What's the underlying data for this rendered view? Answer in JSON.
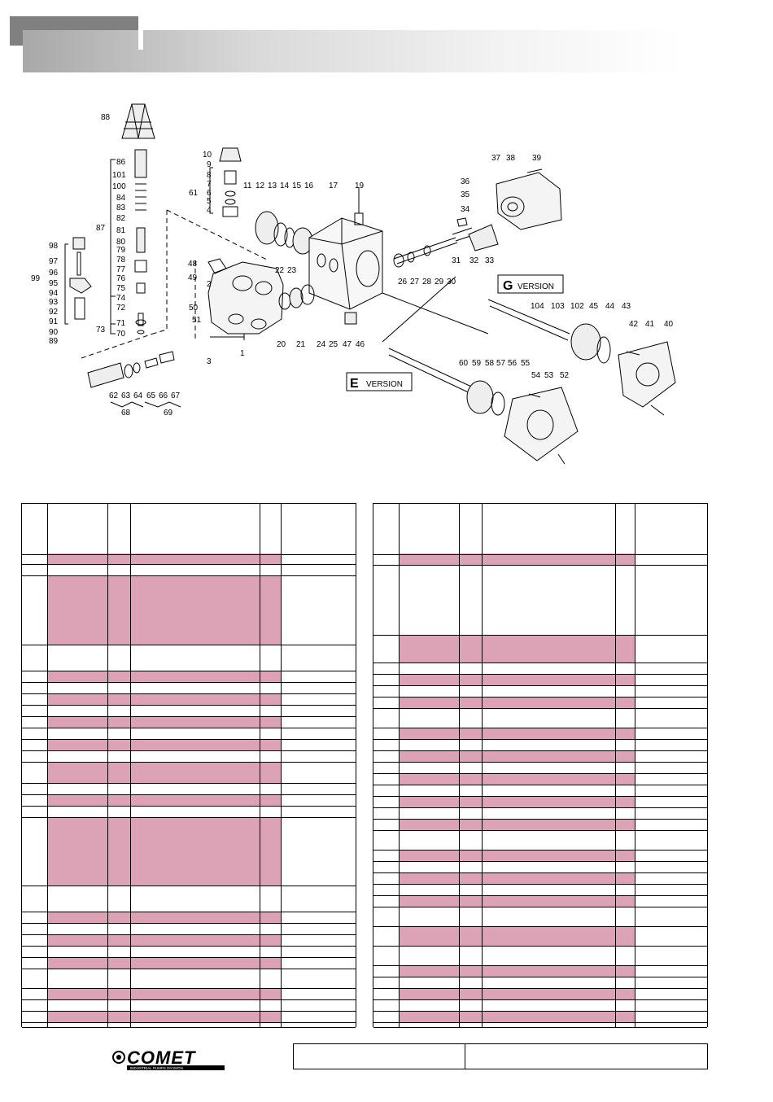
{
  "labels": {
    "p88": "88",
    "p86": "86",
    "p101": "101",
    "p100": "100",
    "p84": "84",
    "p83": "83",
    "p82": "82",
    "p87": "87",
    "p81": "81",
    "p80": "80",
    "p79": "79",
    "p78": "78",
    "p77": "77",
    "p76": "76",
    "p75": "75",
    "p74": "74",
    "p72": "72",
    "p73": "73",
    "p71": "71",
    "p70": "70",
    "p98": "98",
    "p97": "97",
    "p96": "96",
    "p99": "99",
    "p95": "95",
    "p94": "94",
    "p93": "93",
    "p92": "92",
    "p91": "91",
    "p90": "90",
    "p89": "89",
    "p10": "10",
    "p9": "9",
    "p8": "8",
    "p7": "7",
    "p6": "6",
    "p5": "5",
    "p4": "4",
    "p61": "61",
    "p48": "48",
    "p49": "49",
    "p2": "2",
    "p50": "50",
    "p51": "51",
    "p3": "3",
    "p1": "1",
    "p11": "11",
    "p12": "12",
    "p13": "13",
    "p14": "14",
    "p15": "15",
    "p16": "16",
    "p17": "17",
    "p19": "19",
    "p22": "22",
    "p23": "23",
    "p20": "20",
    "p21": "21",
    "p24": "24",
    "p25": "25",
    "p47": "47",
    "p46": "46",
    "p26": "26",
    "p27": "27",
    "p28": "28",
    "p29": "29",
    "p30": "30",
    "p31": "31",
    "p32": "32",
    "p33": "33",
    "p37": "37",
    "p38": "38",
    "p39": "39",
    "p36": "36",
    "p35": "35",
    "p34": "34",
    "p104": "104",
    "p103": "103",
    "p102": "102",
    "p45": "45",
    "p44": "44",
    "p43": "43",
    "p42": "42",
    "p41": "41",
    "p40": "40",
    "p60": "60",
    "p59": "59",
    "p58": "58",
    "p57": "57",
    "p56": "56",
    "p55": "55",
    "p54": "54",
    "p53": "53",
    "p52": "52",
    "p62": "62",
    "p63": "63",
    "p64": "64",
    "p65": "65",
    "p66": "66",
    "p67": "67",
    "p68": "68",
    "p69": "69"
  },
  "versions": {
    "g_letter": "G",
    "g_word": "VERSION",
    "e_letter": "E",
    "e_word": "VERSION"
  },
  "brand": {
    "logo_text": "COMET",
    "logo_sub": "INDUSTRIAL PUMPS DIVISION"
  },
  "colors": {
    "row_highlight": "#dca3b6",
    "header_dark": "#808080"
  }
}
